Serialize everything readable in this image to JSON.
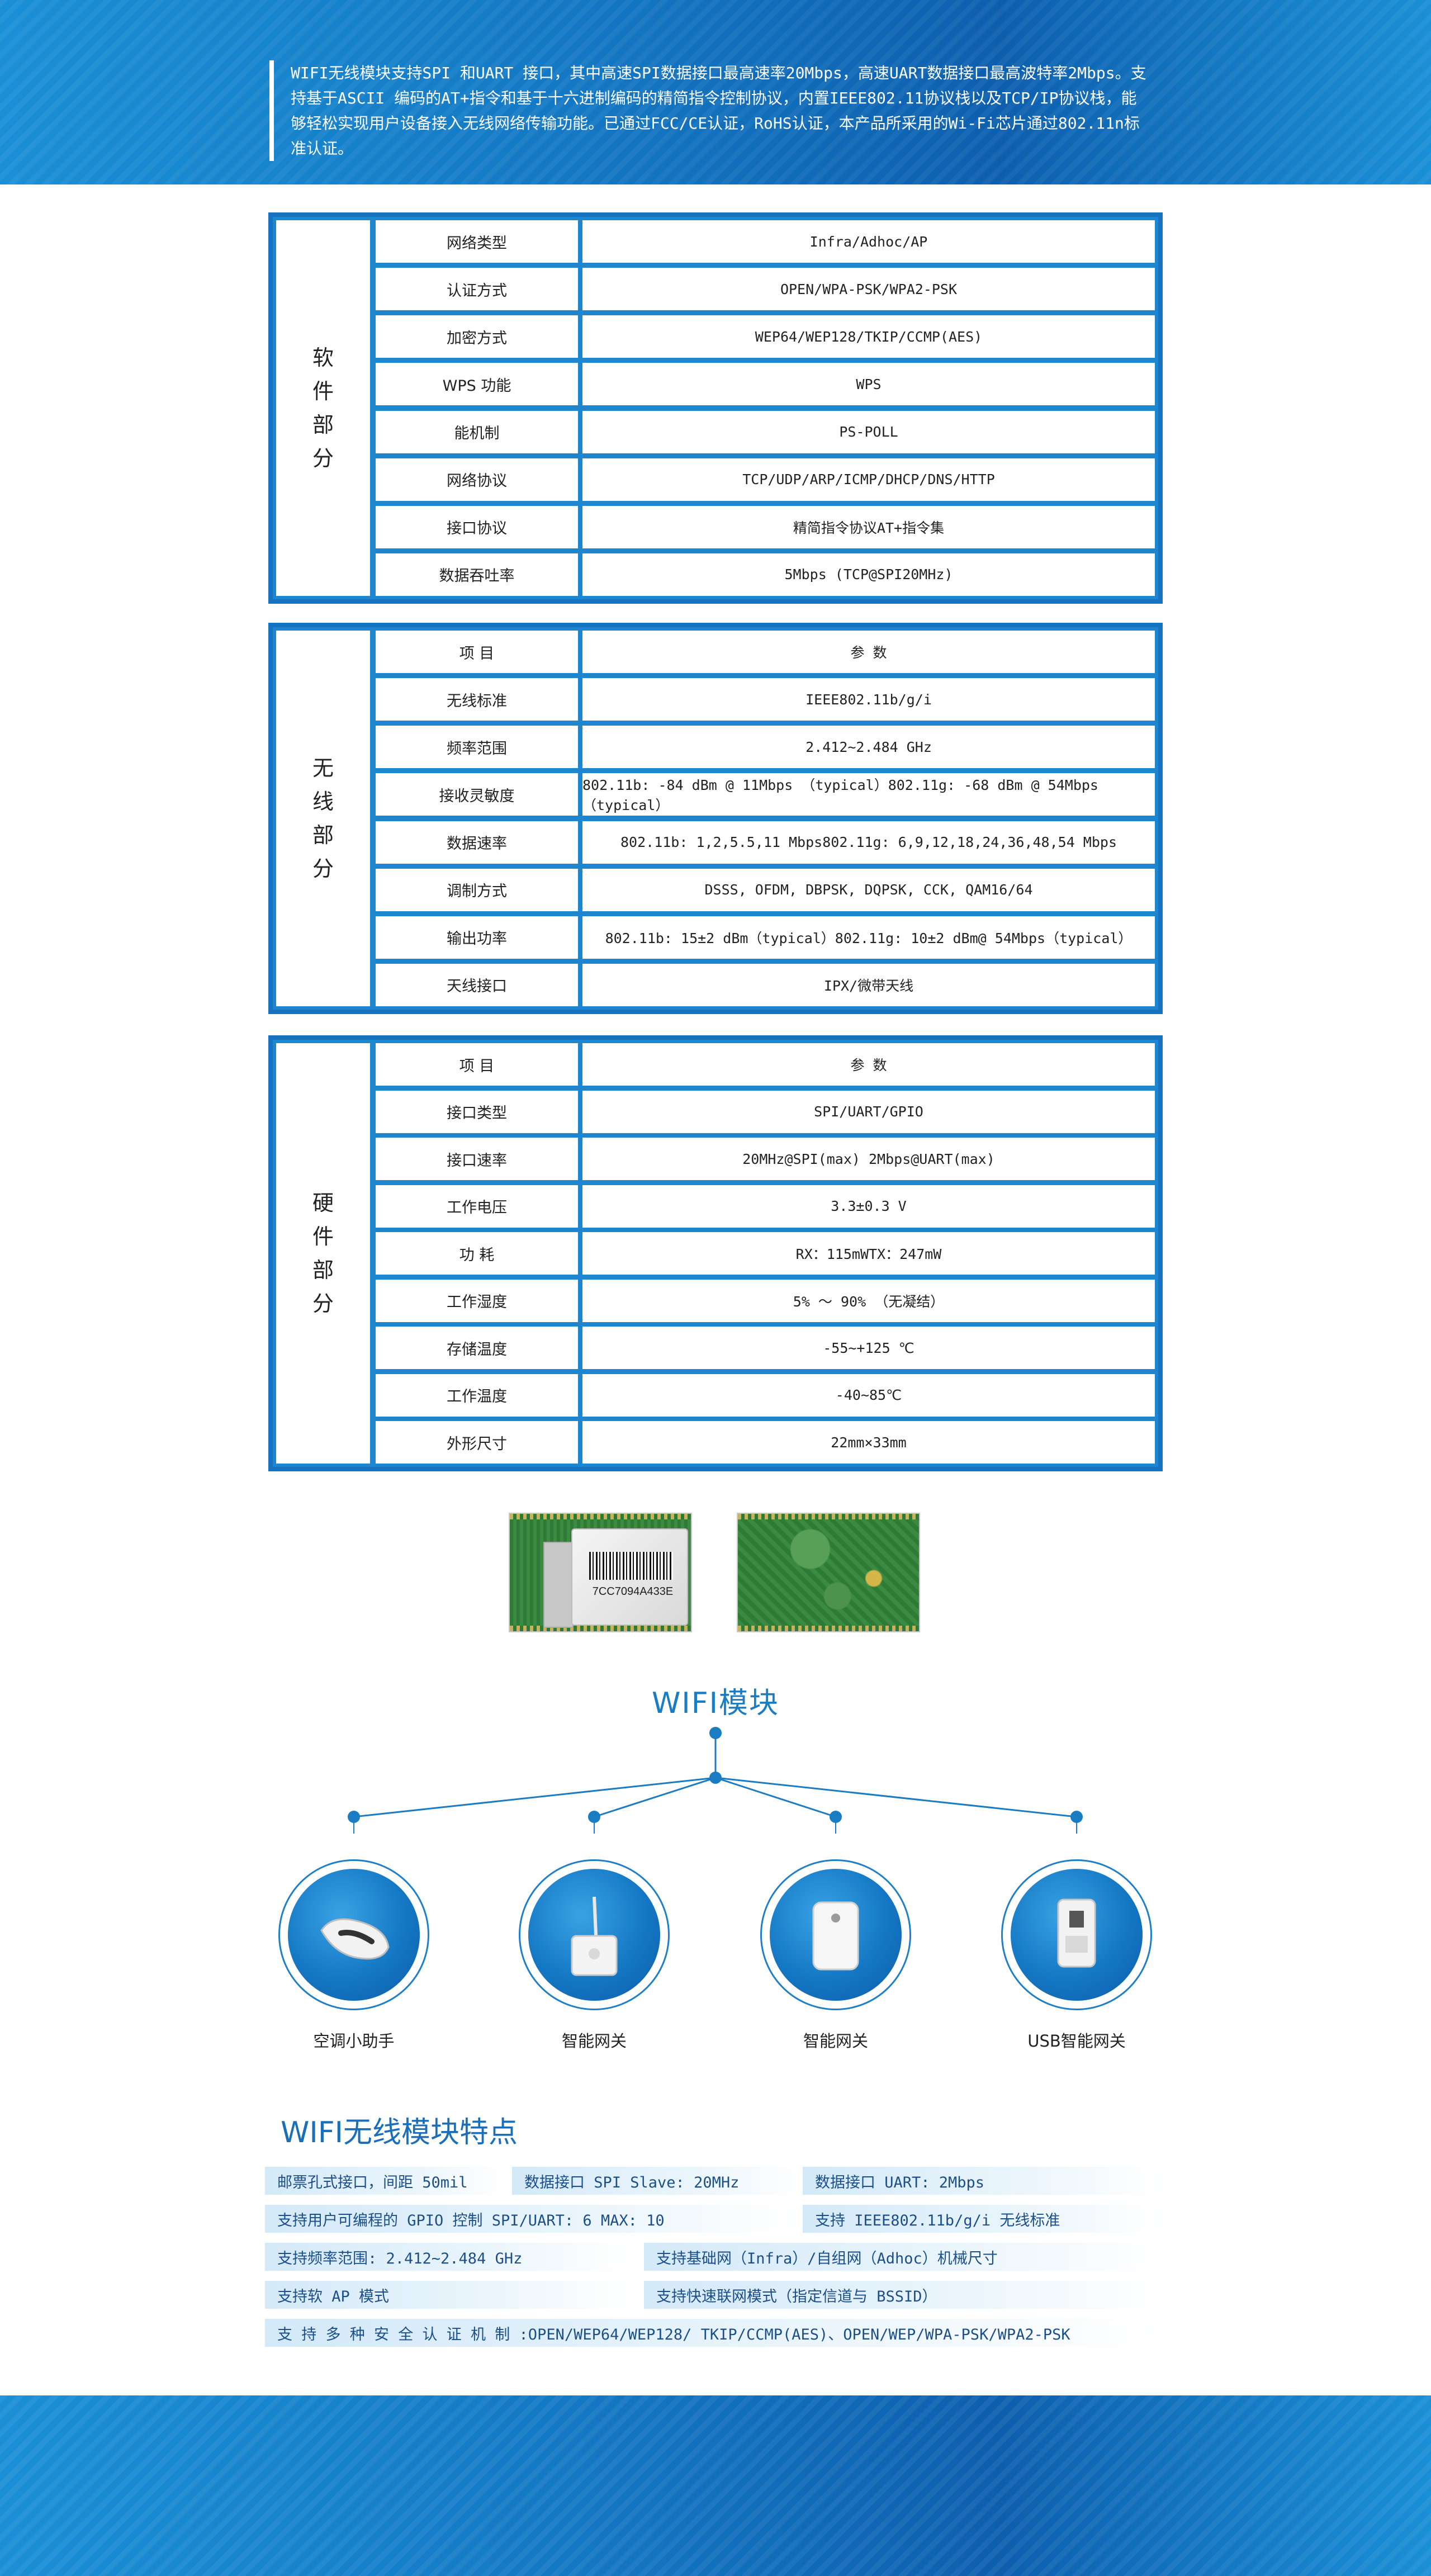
{
  "intro": "WIFI无线模块支持SPI 和UART 接口，其中高速SPI数据接口最高速率20Mbps，高速UART数据接口最高波特率2Mbps。支持基于ASCII 编码的AT+指令和基于十六进制编码的精简指令控制协议，内置IEEE802.11协议栈以及TCP/IP协议栈，能够轻松实现用户设备接入无线网络传输功能。已通过FCC/CE认证，RoHS认证，本产品所采用的Wi-Fi芯片通过802.11n标准认证。",
  "software": {
    "side_label": "软件部分",
    "rows": [
      {
        "name": "网络类型",
        "value": "Infra/Adhoc/AP"
      },
      {
        "name": "认证方式",
        "value": "OPEN/WPA-PSK/WPA2-PSK"
      },
      {
        "name": "加密方式",
        "value": "WEP64/WEP128/TKIP/CCMP(AES)"
      },
      {
        "name": "WPS 功能",
        "value": "WPS"
      },
      {
        "name": "能机制",
        "value": "PS-POLL"
      },
      {
        "name": "网络协议",
        "value": "TCP/UDP/ARP/ICMP/DHCP/DNS/HTTP"
      },
      {
        "name": "接口协议",
        "value": "精简指令协议AT+指令集"
      },
      {
        "name": "数据吞吐率",
        "value": "5Mbps (TCP@SPI20MHz)"
      }
    ]
  },
  "wireless": {
    "side_label": "无线部分",
    "rows": [
      {
        "name": "项 目",
        "value": "参 数"
      },
      {
        "name": "无线标准",
        "value": "IEEE802.11b/g/i"
      },
      {
        "name": "频率范围",
        "value": "2.412~2.484 GHz"
      },
      {
        "name": "接收灵敏度",
        "value": "802.11b: -84 dBm @ 11Mbps （typical）802.11g: -68 dBm @ 54Mbps（typical）"
      },
      {
        "name": "数据速率",
        "value": "802.11b: 1,2,5.5,11 Mbps802.11g: 6,9,12,18,24,36,48,54 Mbps"
      },
      {
        "name": "调制方式",
        "value": "DSSS, OFDM, DBPSK, DQPSK, CCK, QAM16/64"
      },
      {
        "name": "输出功率",
        "value": "802.11b: 15±2 dBm（typical）802.11g: 10±2 dBm@ 54Mbps（typical）"
      },
      {
        "name": "天线接口",
        "value": "IPX/微带天线"
      }
    ]
  },
  "hardware": {
    "side_label": "硬件部分",
    "rows": [
      {
        "name": "项 目",
        "value": "参 数"
      },
      {
        "name": "接口类型",
        "value": "SPI/UART/GPIO"
      },
      {
        "name": "接口速率",
        "value": "20MHz@SPI(max) 2Mbps@UART(max)"
      },
      {
        "name": "工作电压",
        "value": "3.3±0.3 V"
      },
      {
        "name": "功 耗",
        "value": "RX：115mWTX：247mW"
      },
      {
        "name": "工作湿度",
        "value": "5% ～ 90% （无凝结）"
      },
      {
        "name": "存储温度",
        "value": "-55~+125 ℃"
      },
      {
        "name": "工作温度",
        "value": "-40~85℃"
      },
      {
        "name": "外形尺寸",
        "value": "22mm×33mm"
      }
    ]
  },
  "module_serial": "7CC7094A433E",
  "wifi_module_title": "WIFI模块",
  "devices": [
    {
      "label": "空调小助手",
      "icon": "ac-helper-icon"
    },
    {
      "label": "智能网关",
      "icon": "router-icon"
    },
    {
      "label": "智能网关",
      "icon": "socket-gateway-icon"
    },
    {
      "label": "USB智能网关",
      "icon": "usb-gateway-icon"
    }
  ],
  "features_title": "WIFI无线模块特点",
  "features": {
    "f1": "邮票孔式接口，间距 50mil",
    "f2": "数据接口 SPI Slave: 20MHz",
    "f3": "数据接口 UART: 2Mbps",
    "f4": "支持用户可编程的 GPIO 控制 SPI/UART: 6  MAX: 10",
    "f5": "支持 IEEE802.11b/g/i 无线标准",
    "f6": "支持频率范围: 2.412~2.484 GHz",
    "f7": "支持基础网（Infra）/自组网（Adhoc）机械尺寸",
    "f8": "支持软 AP 模式",
    "f9": "支持快速联网模式（指定信道与 BSSID）",
    "f10": "支 持 多 种 安 全 认 证 机 制 :OPEN/WEP64/WEP128/ TKIP/CCMP(AES)、OPEN/WEP/WPA-PSK/WPA2-PSK"
  },
  "colors": {
    "brand_blue": "#1478c4",
    "table_border": "#1673c2",
    "feature_text": "#1a4f8a"
  }
}
